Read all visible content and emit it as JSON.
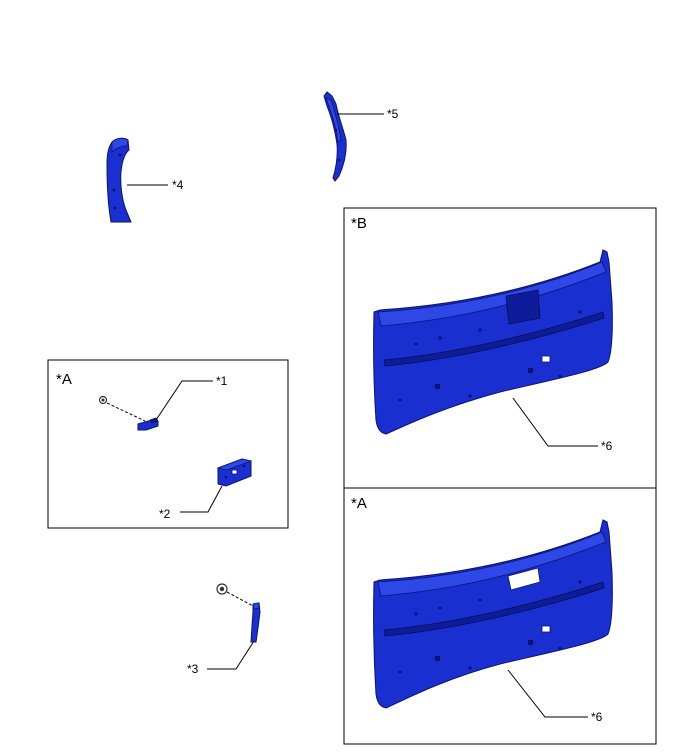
{
  "callouts": {
    "c1": "*1",
    "c2": "*2",
    "c3": "*3",
    "c4": "*4",
    "c5": "*5",
    "c6_top": "*6",
    "c6_bottom": "*6"
  },
  "boxes": {
    "small_a": "*A",
    "door_b": "*B",
    "door_a": "*A"
  },
  "colors": {
    "part_fill": "#1a2fd0",
    "outline": "#000000"
  }
}
